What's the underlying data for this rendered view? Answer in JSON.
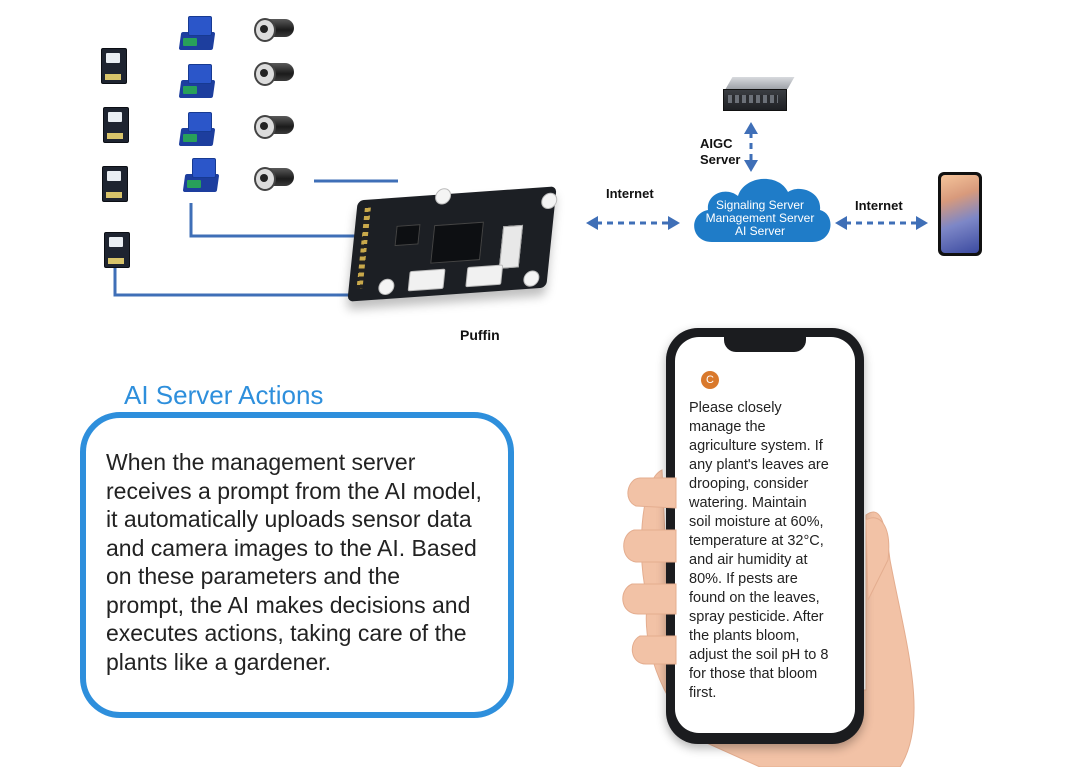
{
  "labels": {
    "board": "Puffin",
    "internet_left": "Internet",
    "internet_right": "Internet",
    "aigc_line1": "AIGC",
    "aigc_line2": "Server",
    "cloud_line1": "Signaling Server",
    "cloud_line2": "Management Server",
    "cloud_line3": "AI Server"
  },
  "actions": {
    "title": "AI Server Actions",
    "body": "When the management server\nreceives a prompt from the AI model,\n it automatically uploads sensor data\n and camera images to the AI. Based\non these parameters and the\nprompt, the AI makes decisions and\nexecutes actions, taking care of the\nplants like a gardener."
  },
  "phone": {
    "avatar_letter": "C",
    "message": "Please closely\nmanage the\nagriculture system. If\nany plant's leaves are\ndrooping, consider\nwatering. Maintain\nsoil moisture at 60%,\ntemperature at 32°C,\nand air humidity at\n80%. If pests are\nfound on the leaves,\nspray pesticide. After\nthe plants bloom,\nadjust the soil pH to 8\n for those that bloom\nfirst."
  },
  "colors": {
    "accent": "#2e8fdc",
    "line": "#3f6fb7",
    "cloud": "#1f7cc8"
  },
  "icons": [
    "sensor-module-icon",
    "relay-module-icon",
    "camera-icon",
    "server-icon",
    "cloud-icon",
    "smartphone-icon",
    "hand-icon"
  ]
}
